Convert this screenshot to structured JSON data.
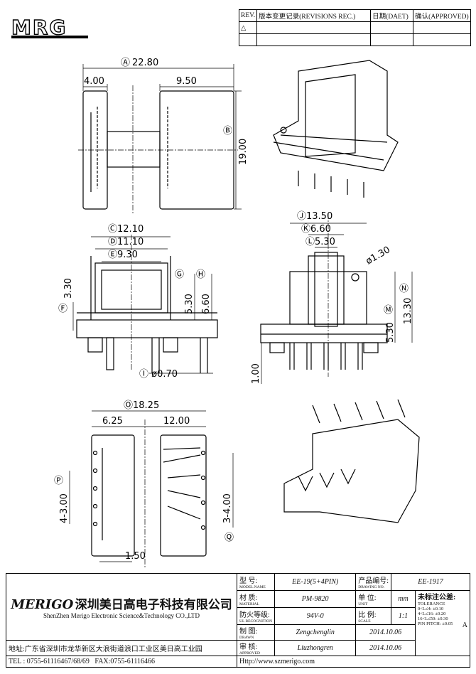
{
  "brand": {
    "logo_text": "MRG",
    "company_cn": "深圳美日高电子科技有限公司",
    "company_en": "ShenZhen Merigo Electronic Science&Technology CO.,LTD",
    "emblem": "MERIGO"
  },
  "revision_table": {
    "headers": [
      "REV.",
      "版本变更记录(REVISIONS REC.)",
      "日期(DAET)",
      "确认(APPROVED)"
    ],
    "first_rev_symbol": "△"
  },
  "dimensions": {
    "A": "22.80",
    "a_left": "4.00",
    "a_right": "9.50",
    "B": "19.00",
    "C": "12.10",
    "D": "11.10",
    "E": "9.30",
    "F": "3.30",
    "GH_1": "5.30",
    "GH_2": "6.60",
    "I": "ø0.70",
    "J": "13.50",
    "K": "6.60",
    "L": "5.30",
    "hole": "ø1.30",
    "N": "13.30",
    "M": "5.30",
    "pin_len": "1.00",
    "O": "18.25",
    "o_left": "6.25",
    "o_right": "12.00",
    "P": "4-3.00",
    "Q": "3-4.00",
    "bottom": "1.50"
  },
  "labels": [
    "A",
    "B",
    "C",
    "D",
    "E",
    "F",
    "G",
    "H",
    "I",
    "J",
    "K",
    "L",
    "M",
    "N",
    "O",
    "P",
    "Q"
  ],
  "title_block": {
    "model_label": "型 号:",
    "model_label_en": "MODEL NAME",
    "model": "EE-19(5+4PIN)",
    "drawing_label": "产品编号:",
    "drawing_label_en": "DRAWING NO.",
    "drawing_no": "EE-1917",
    "material_label": "材 质:",
    "material_label_en": "MATERIAL",
    "material": "PM-9820",
    "unit_label": "单 位:",
    "unit_label_en": "UNIT",
    "unit": "mm",
    "fire_label": "防火等级:",
    "fire_label_en": "UL RECOGNITION",
    "fire": "94V-0",
    "scale_label": "比 例:",
    "scale_label_en": "SCALE",
    "scale": "1:1",
    "drawn_label": "制 图:",
    "drawn_label_en": "DRAWN",
    "drawn": "Zengchenglin",
    "drawn_date": "2014.10.06",
    "approved_label": "审 核:",
    "approved_label_en": "APPROVED",
    "approved": "Liuzhongren",
    "approved_date": "2014.10.06",
    "tolerance_title": "未标注公差:",
    "tolerance_en": "TOLERANCE",
    "tolerances": [
      "0<L≤4: ±0.10",
      "4<L≤16: ±0.20",
      "16<L≤50: ±0.30",
      "PIN PITCH: ±0.05"
    ],
    "rev_letter": "A",
    "address_label": "地址:",
    "address": "广东省深圳市龙华新区大浪街道浪口工业区美日高工业园",
    "tel": "TEL : 0755-61116467/68/69",
    "fax": "FAX:0755-61116466",
    "web": "Http://www.szmerigo.com"
  }
}
